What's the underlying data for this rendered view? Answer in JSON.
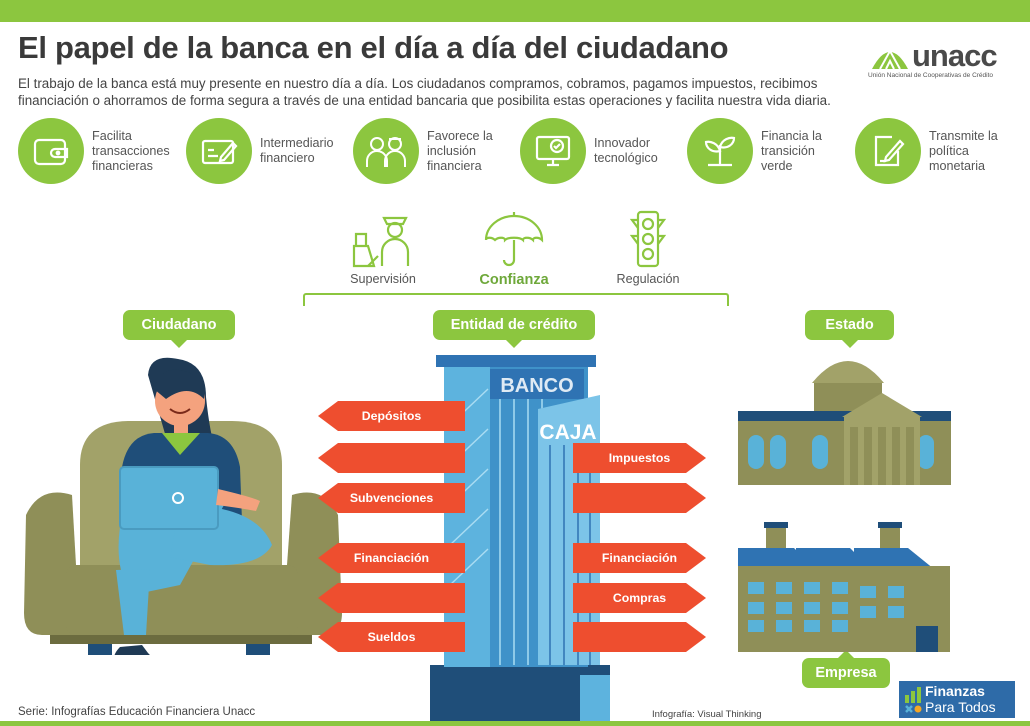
{
  "title": "El papel de la banca en el día a día del ciudadano",
  "intro_line1": "El trabajo de la banca está muy presente en nuestro día a día. Los ciudadanos compramos, cobramos, pagamos impuestos, recibimos",
  "intro_line2": "financiación o ahorramos de forma segura a través de una entidad bancaria que posibilita estas operaciones y facilita nuestra vida diaria.",
  "logo": {
    "word": "unacc",
    "subtitle": "Unión Nacional de Cooperativas de Crédito"
  },
  "colors": {
    "green": "#8cc63f",
    "red": "#ee4e2f",
    "navy": "#1f4e79",
    "olive": "#8f8f58"
  },
  "functions": [
    {
      "icon": "wallet-icon",
      "label": "Facilita transacciones financieras"
    },
    {
      "icon": "check-writing-icon",
      "label": "Intermediario financiero"
    },
    {
      "icon": "people-icon",
      "label": "Favorece la inclusión financiera"
    },
    {
      "icon": "monitor-check-icon",
      "label": "Innovador tecnológico"
    },
    {
      "icon": "plant-icon",
      "label": "Financia la transición verde"
    },
    {
      "icon": "pen-document-icon",
      "label": "Transmite la política monetaria"
    }
  ],
  "topics": {
    "supervision": "Supervisión",
    "confianza": "Confianza",
    "regulacion": "Regulación"
  },
  "tags": {
    "ciudadano": "Ciudadano",
    "entidad": "Entidad de crédito",
    "estado": "Estado",
    "empresa": "Empresa"
  },
  "building": {
    "banco": "BANCO",
    "caja": "CAJA"
  },
  "left_flows": [
    "Depósitos",
    "",
    "Subvenciones",
    "Financiación",
    "",
    "Sueldos"
  ],
  "right_flows": [
    "Impuestos",
    "",
    "Financiación",
    "Compras",
    ""
  ],
  "footer": {
    "series": "Serie: Infografías Educación Financiera Unacc",
    "credit": "Infografía: Visual Thinking"
  },
  "finanzas": {
    "line1": "Finanzas",
    "line2": "Para Todos"
  }
}
